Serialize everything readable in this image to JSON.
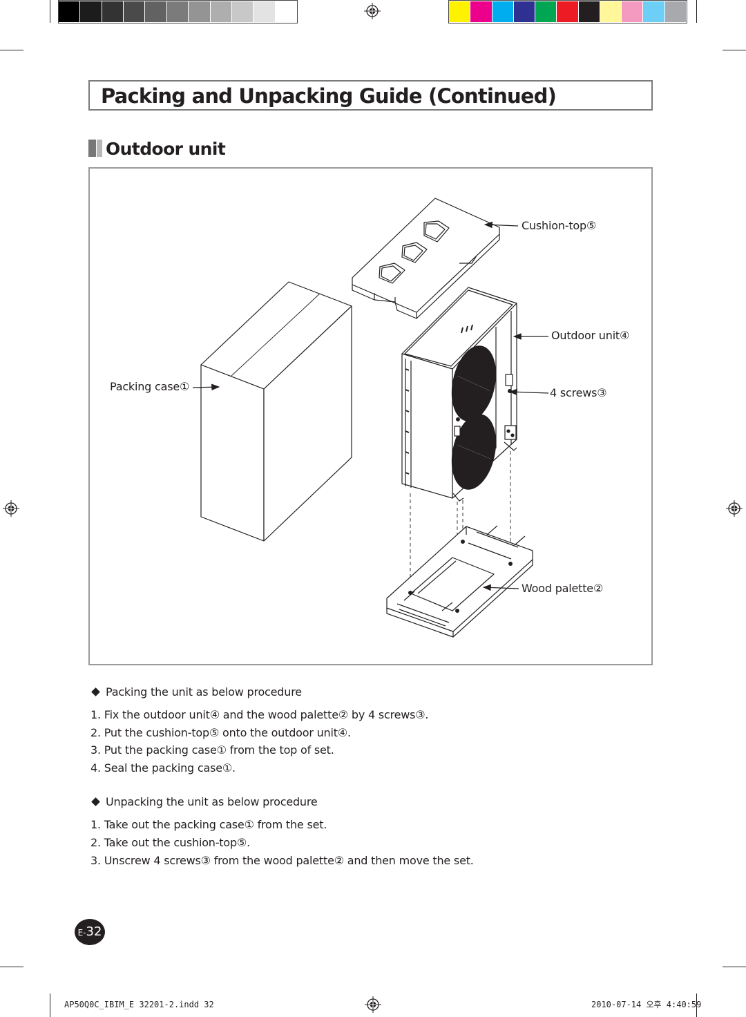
{
  "print_marks": {
    "gray_swatches": [
      "#000000",
      "#1c1c1c",
      "#333333",
      "#4a4a4a",
      "#626262",
      "#7b7b7b",
      "#949494",
      "#aeaeae",
      "#c8c8c8",
      "#e3e3e3",
      "#ffffff"
    ],
    "color_swatches": [
      "#fff200",
      "#ec008c",
      "#00aeef",
      "#2e3192",
      "#00a651",
      "#ed1c24",
      "#231f20",
      "#fff799",
      "#f49ac1",
      "#6dcff6",
      "#a7a9ac"
    ]
  },
  "header": {
    "title": "Packing and Unpacking Guide (Continued)"
  },
  "section": {
    "title": "Outdoor unit"
  },
  "figure": {
    "labels": {
      "cushion_top": "Cushion-top⑤",
      "outdoor_unit": "Outdoor unit④",
      "packing_case": "Packing case①",
      "screws": "4 screws③",
      "wood_palette": "Wood palette②"
    }
  },
  "packing": {
    "heading": "Packing the unit as below procedure",
    "steps": [
      "1. Fix the outdoor unit④ and the wood palette② by 4 screws③.",
      "2. Put the cushion-top⑤ onto the outdoor unit④.",
      "3. Put the packing case① from the top of set.",
      "4. Seal the packing case①."
    ]
  },
  "unpacking": {
    "heading": "Unpacking the unit as below procedure",
    "steps": [
      "1. Take out the packing case① from the set.",
      "2. Take out the cushion-top⑤.",
      "3. Unscrew 4 screws③ from the wood palette② and then move the set."
    ]
  },
  "page": {
    "prefix": "E-",
    "number": "32"
  },
  "footer": {
    "file": "AP50Q0C_IBIM_E 32201-2.indd   32",
    "timestamp": "2010-07-14   오후 4:40:59"
  }
}
